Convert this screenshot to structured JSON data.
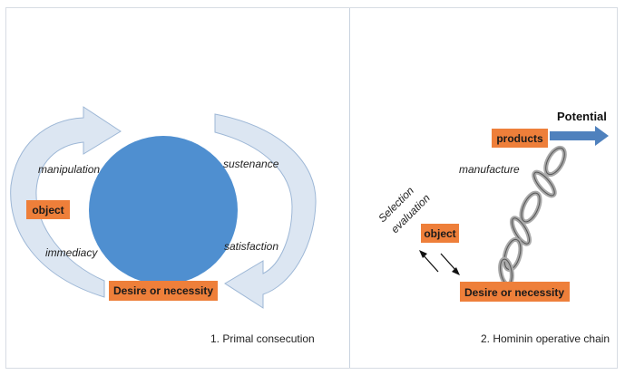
{
  "panels": {
    "left": {
      "caption": "1. Primal consecution",
      "labels": {
        "manipulation": "manipulation",
        "sustenance": "sustenance",
        "immediacy": "immediacy",
        "satisfaction": "satisfaction"
      },
      "boxes": {
        "object": "object",
        "desire": "Desire or necessity"
      }
    },
    "right": {
      "caption": "2. Hominin operative chain",
      "labels": {
        "potential": "Potential",
        "manufacture": "manufacture",
        "selection": "Selection",
        "evaluation": "evaluation"
      },
      "boxes": {
        "products": "products",
        "object": "object",
        "desire": "Desire or necessity"
      }
    }
  },
  "colors": {
    "box_fill": "#EE7F3A",
    "circle_fill": "#4F8FD0",
    "cycle_arrow_fill": "#DCE6F2",
    "cycle_arrow_stroke": "#9DB7D6",
    "potential_arrow": "#4F81BD",
    "frame": "#D7DCE3",
    "divider": "#C9D3DF",
    "chain_link": "#A9A9A9",
    "chain_link_dark": "#555555"
  }
}
